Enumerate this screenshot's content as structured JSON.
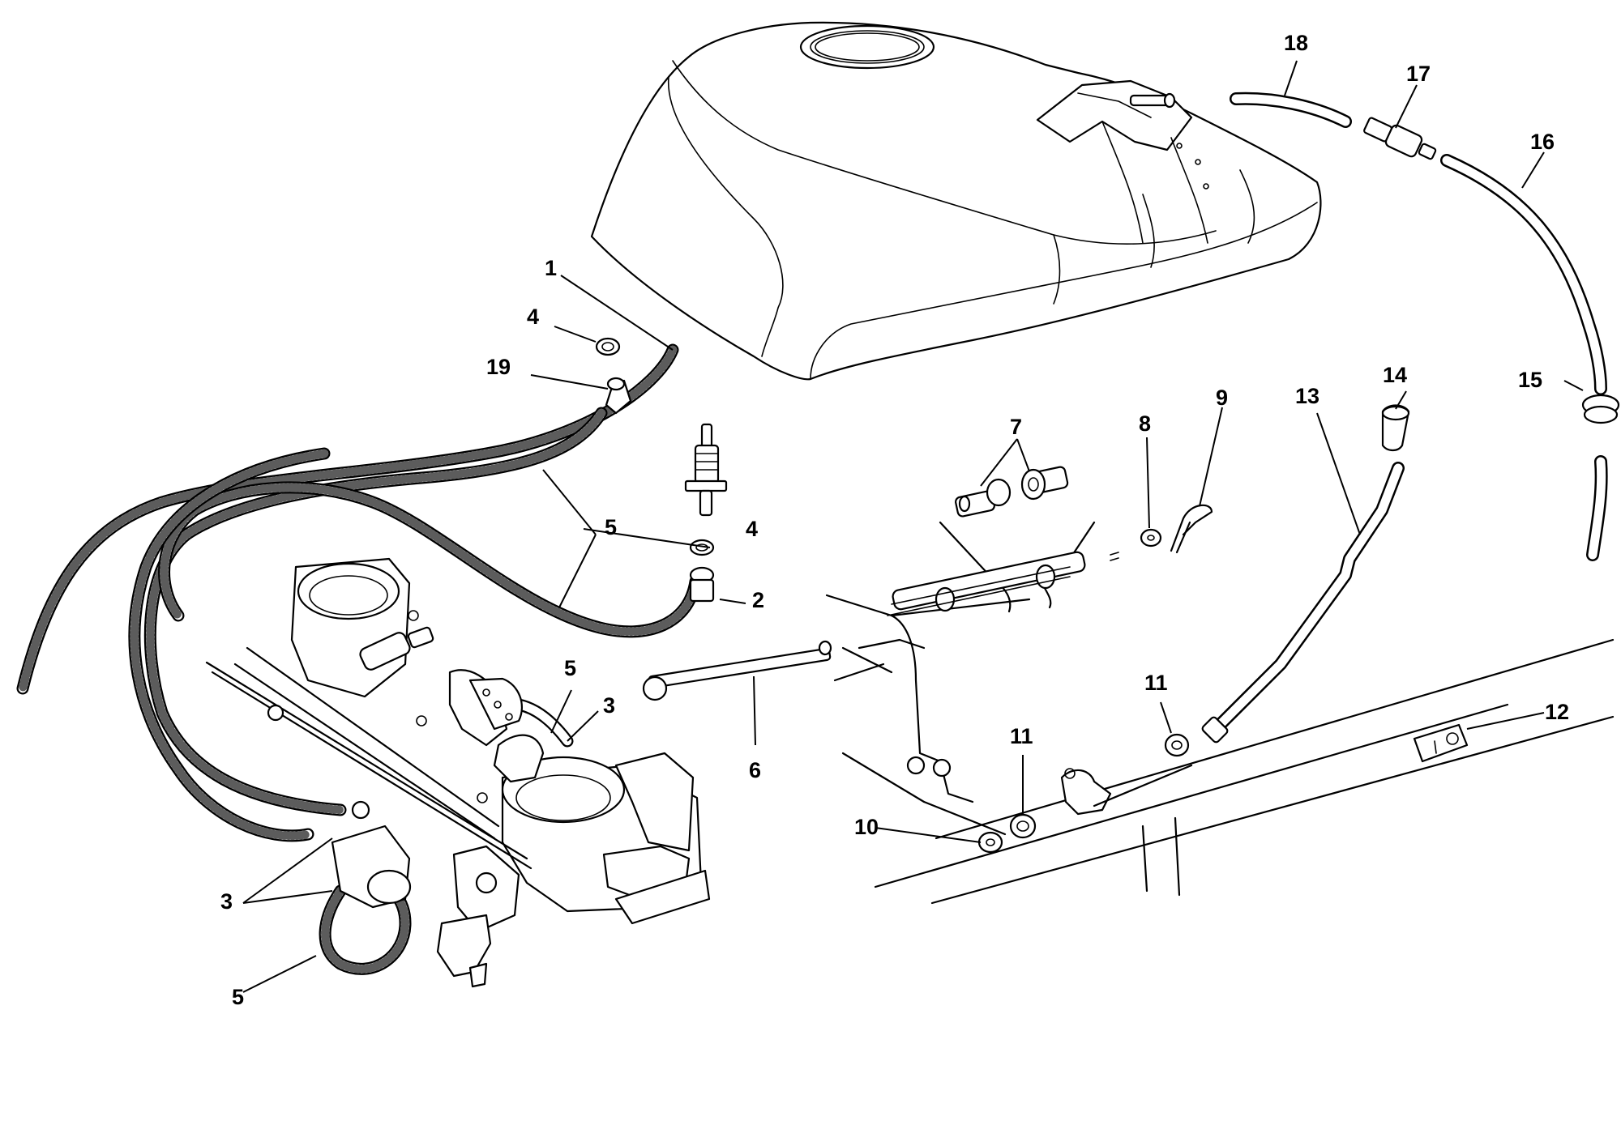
{
  "callouts": {
    "c1": "1",
    "c2": "2",
    "c3a": "3",
    "c3b": "3",
    "c4a": "4",
    "c4b": "4",
    "c5a": "5",
    "c5b": "5",
    "c5c": "5",
    "c6": "6",
    "c7": "7",
    "c8": "8",
    "c9": "9",
    "c10": "10",
    "c11a": "11",
    "c11b": "11",
    "c12": "12",
    "c13": "13",
    "c14": "14",
    "c15": "15",
    "c16": "16",
    "c17": "17",
    "c18": "18",
    "c19": "19"
  }
}
